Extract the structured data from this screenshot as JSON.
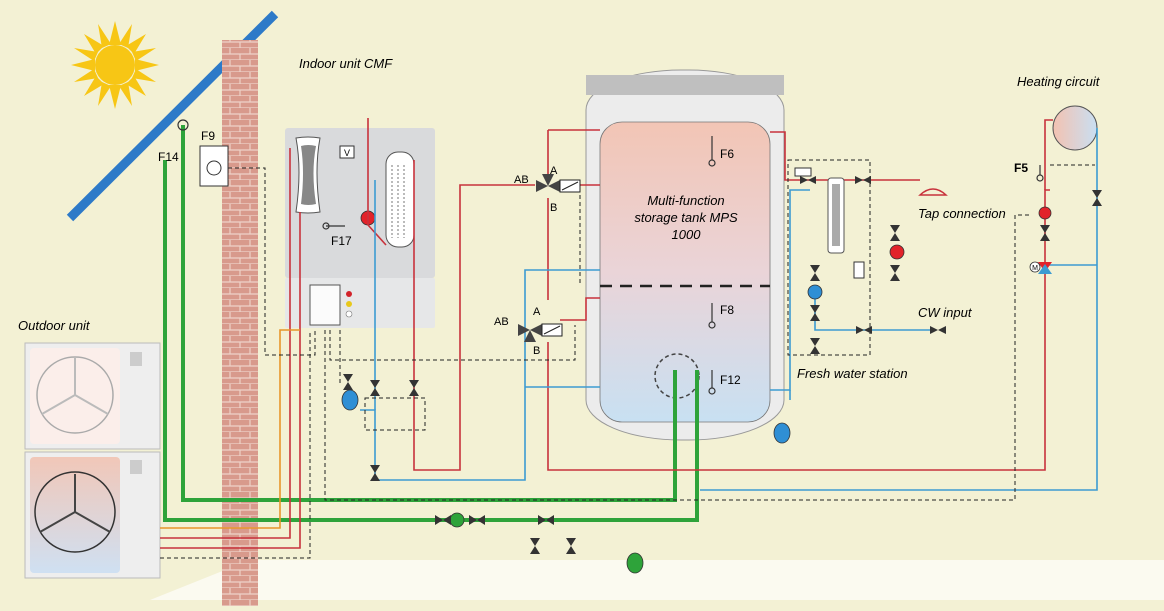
{
  "labels": {
    "indoor_unit": "Indoor unit CMF",
    "heating_circuit": "Heating circuit",
    "outdoor_unit": "Outdoor unit",
    "tank_line1": "Multi-function",
    "tank_line2": "storage tank MPS",
    "tank_line3": "1000",
    "tap_connection": "Tap connection",
    "cw_input": "CW input",
    "fresh_water_station": "Fresh water station"
  },
  "sensors": {
    "f14": "F14",
    "f9": "F9",
    "f17": "F17",
    "f6": "F6",
    "f8": "F8",
    "f12": "F12",
    "f5": "F5"
  },
  "valve_ports": {
    "upper_ab": "AB",
    "upper_a": "A",
    "upper_b": "B",
    "lower_ab": "AB",
    "lower_a": "A",
    "lower_b": "B"
  },
  "symbols": {
    "v_box": "V",
    "m_motor": "M"
  },
  "colors": {
    "background": "#f3f1d4",
    "hot_pipe": "#c8323c",
    "cold_pipe": "#3c9bd2",
    "solar_pipe": "#2ea33a",
    "orange_pipe": "#e8962a",
    "solar_panel": "#2d7ac8",
    "sun": "#f7c615",
    "brick": "#d7978a"
  }
}
